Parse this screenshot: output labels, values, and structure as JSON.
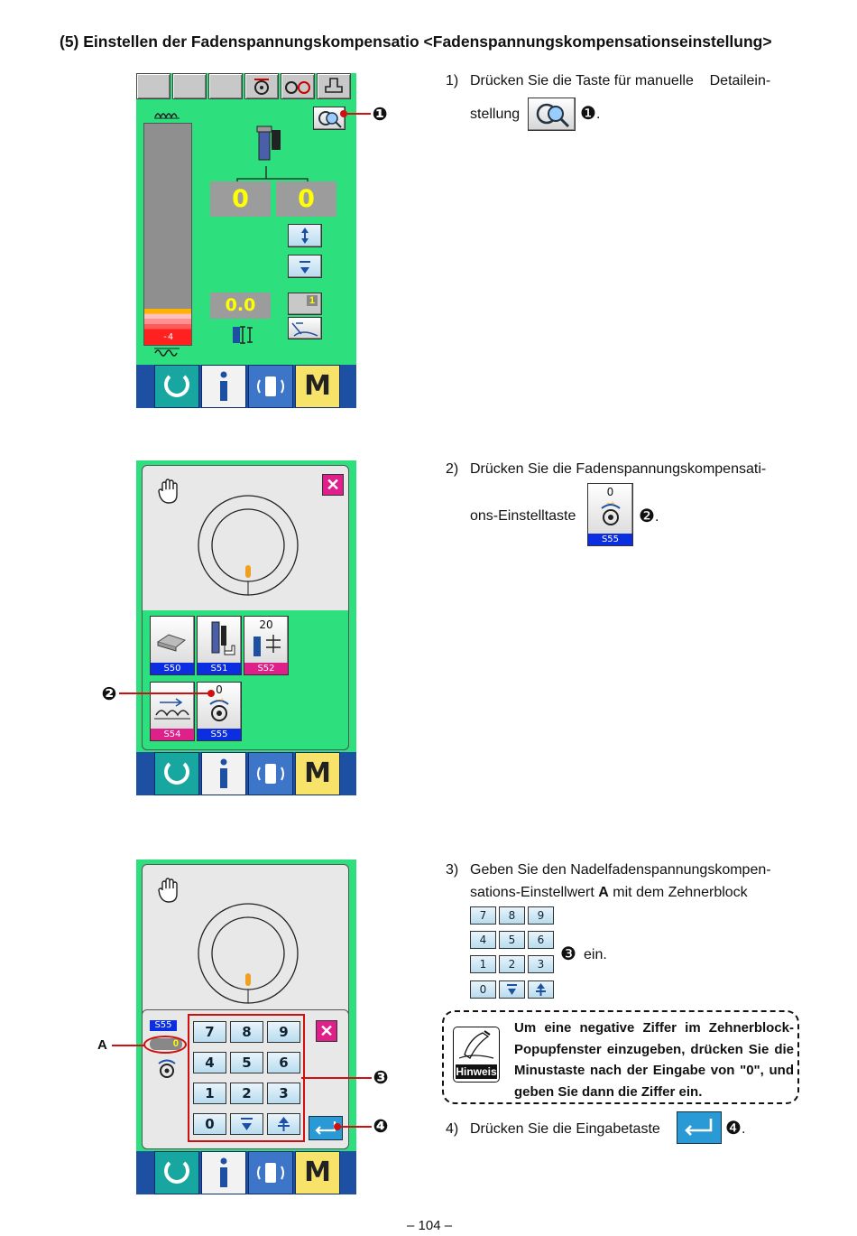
{
  "title": "(5) Einstellen der Fadenspannungskompensatio <Fadenspannungskompensationseinstellung>",
  "steps": {
    "s1": {
      "num": "1)",
      "text_a": "Drücken Sie die Taste für manuelle    Detailein-",
      "text_b": "stellung",
      "marker": "❶",
      "tail": "."
    },
    "s2": {
      "num": "2)",
      "text_a": "Drücken Sie die Fadenspannungskompensati-",
      "text_b": "ons-Einstelltaste",
      "marker": "❷",
      "tail": "."
    },
    "s3": {
      "num": "3)",
      "text_a": "Geben Sie den Nadelfadenspannungskompen-",
      "text_b_pre": "sations-Einstellwert ",
      "text_b_bold": "A",
      "text_b_post": " mit dem Zehnerblock",
      "marker": "❸",
      "tail": "ein."
    },
    "s4": {
      "num": "4)",
      "text": "Drücken Sie die Eingabetaste",
      "marker": "❹",
      "tail": "."
    }
  },
  "hint": {
    "icon_label": "Hinweis",
    "text": "Um eine negative Ziffer im Zehnerblock-Popupfenster einzugeben, drücken Sie die Minustaste nach der Eingabe von \"0\", und geben Sie dann die Ziffer ein."
  },
  "screen1": {
    "value_left": "0",
    "value_right": "0",
    "value_small": "0.0",
    "bar_value": "-4",
    "counter": "1",
    "callout": "❶",
    "bottom_m": "M"
  },
  "screen2": {
    "keys": [
      {
        "code": "S50",
        "value": ""
      },
      {
        "code": "S51",
        "value": ""
      },
      {
        "code": "S52",
        "value": "20"
      },
      {
        "code": "S54",
        "value": ""
      },
      {
        "code": "S55",
        "value": "0"
      }
    ],
    "callout": "❷",
    "bottom_m": "M"
  },
  "screen3": {
    "field_code": "S55",
    "field_value": "0",
    "label_a": "A",
    "keypad": [
      "7",
      "8",
      "9",
      "4",
      "5",
      "6",
      "1",
      "2",
      "3",
      "0"
    ],
    "callout_keypad": "❸",
    "callout_enter": "❹",
    "bottom_m": "M"
  },
  "inline_button": {
    "value": "0",
    "code": "S55"
  },
  "page_number": "– 104 –",
  "colors": {
    "screen_green": "#2ee07d",
    "panel_grey": "#e8e8e8",
    "accent_blue": "#1d4fa3",
    "callout_red": "#d01010",
    "value_yellow": "#ffff00"
  }
}
